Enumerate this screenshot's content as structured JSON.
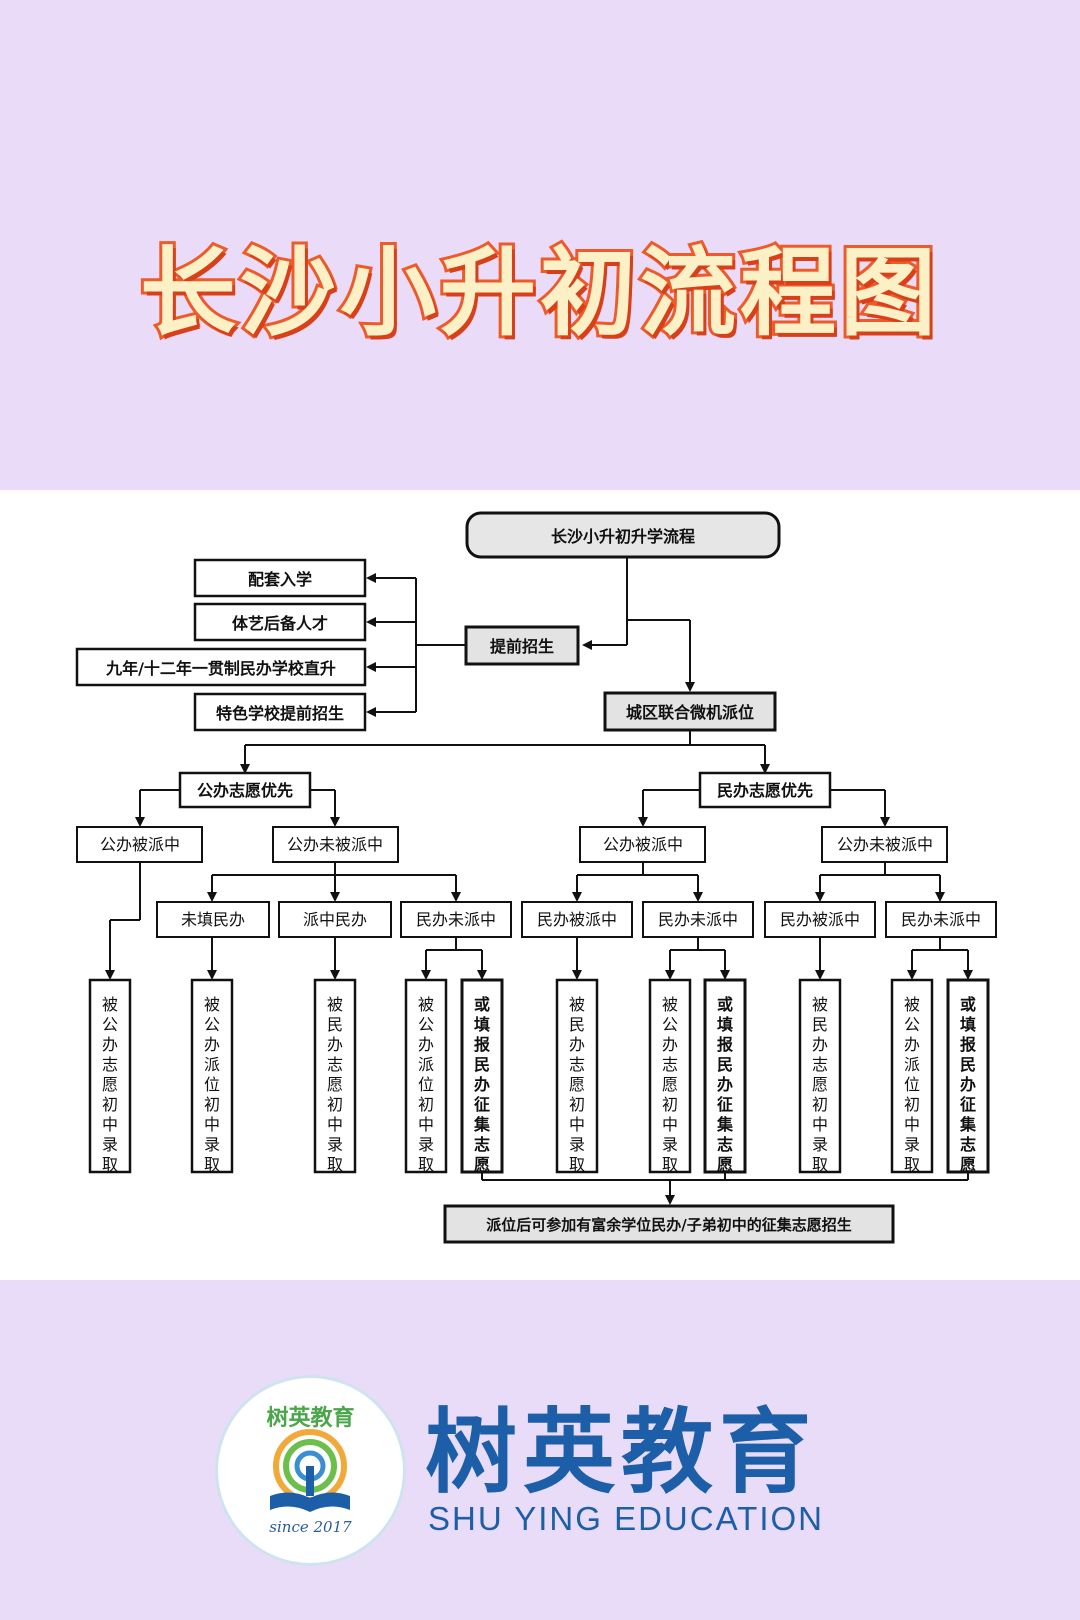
{
  "title": "长沙小升初流程图",
  "diagram": {
    "root": "长沙小升初升学流程",
    "early": "提前招生",
    "early_items": [
      "配套入学",
      "体艺后备人才",
      "九年/十二年一贯制民办学校直升",
      "特色学校提前招生"
    ],
    "lottery": "城区联合微机派位",
    "pref_public": "公办志愿优先",
    "pref_private": "民办志愿优先",
    "public_hit": "公办被派中",
    "public_miss": "公办未被派中",
    "no_private": "未填民办",
    "private_hit": "派中民办",
    "private_miss": "民办未派中",
    "private_assigned": "民办被派中",
    "leaves": {
      "l1": "被公办志愿初中录取",
      "l2": "被公办派位初中录取",
      "l3": "被民办志愿初中录取",
      "l4": "被公办派位初中录取",
      "l5": "或填报民办征集志愿",
      "l6": "被民办志愿初中录取",
      "l7": "被公办志愿初中录取",
      "l8": "或填报民办征集志愿",
      "l9": "被民办志愿初中录取",
      "l10": "被公办派位初中录取",
      "l11": "或填报民办征集志愿"
    },
    "final": "派位后可参加有富余学位民办/子弟初中的征集志愿招生"
  },
  "brand": {
    "name_cn": "树英教育",
    "name_en": "SHU YING EDUCATION",
    "logo_ring": "树英教育",
    "since": "since 2017"
  },
  "colors": {
    "title_fill": "#fbf0c6",
    "title_stroke": "#ee5a2a",
    "background": "#e9dcf8",
    "brand_blue": "#1d5ea8"
  }
}
